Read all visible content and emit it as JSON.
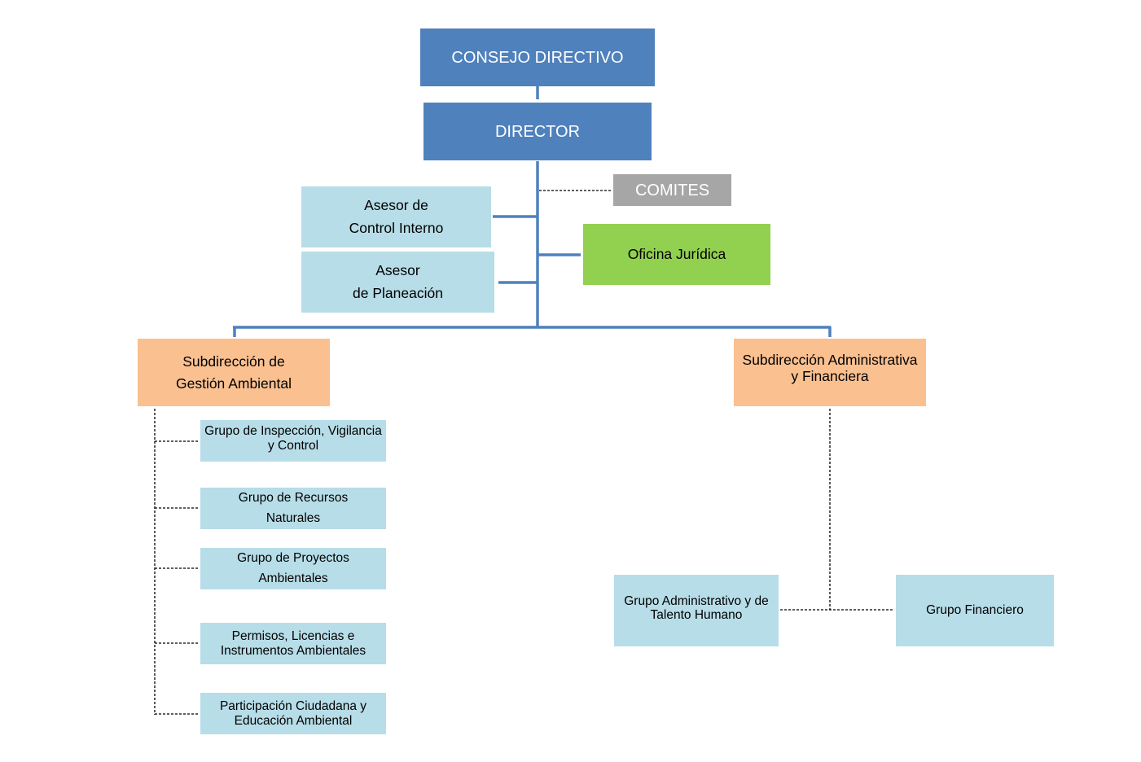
{
  "colors": {
    "top_box": "#4f81bd",
    "advisor_box": "#b7dde8",
    "subdirection_box": "#fac090",
    "legal_box": "#92d050",
    "committee_box": "#a6a6a6",
    "connector": "#4f81bd",
    "dashed_connector": "#000000"
  },
  "nodes": {
    "consejo": "CONSEJO DIRECTIVO",
    "director": "DIRECTOR",
    "comites": "COMITES",
    "asesor_control": [
      "Asesor de",
      "Control Interno"
    ],
    "asesor_planeacion": [
      "Asesor",
      "de Planeación"
    ],
    "oficina_juridica": "Oficina Jurídica",
    "sub_gestion": [
      "Subdirección de",
      "Gestión Ambiental"
    ],
    "sub_admin": [
      "Subdirección Administrativa",
      "y Financiera"
    ],
    "grupo_inspeccion": [
      "Grupo de Inspección, Vigilancia",
      "y Control"
    ],
    "grupo_recursos": [
      "Grupo de Recursos",
      "Naturales"
    ],
    "grupo_proyectos": [
      "Grupo de Proyectos",
      "Ambientales"
    ],
    "permisos": [
      "Permisos, Licencias  e",
      "Instrumentos Ambientales"
    ],
    "participacion": [
      "Participación Ciudadana  y",
      "Educación Ambiental"
    ],
    "grupo_admin_th": [
      "Grupo Administrativo y de",
      "Talento Humano"
    ],
    "grupo_financiero": "Grupo Financiero"
  }
}
